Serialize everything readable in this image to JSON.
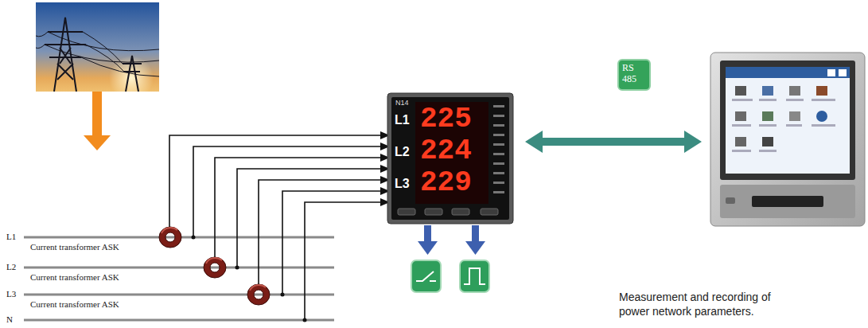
{
  "diagram": {
    "caption": "Measurement and recording of power network parameters.",
    "nodes": [
      {
        "text": [
          "RS 485"
        ]
      }
    ],
    "labels": [
      "L1",
      "Current transformer ASK",
      "L2",
      "Current transformer ASK",
      "L3",
      "Current transformer ASK",
      "N",
      "N14",
      "L1",
      "225",
      "L2",
      "224",
      "L3",
      "229"
    ]
  }
}
